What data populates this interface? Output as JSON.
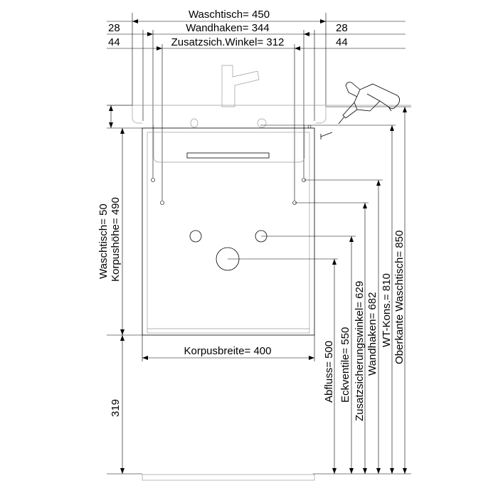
{
  "top_dimensions": {
    "waschtisch": "Waschtisch= 450",
    "wandhaken": "Wandhaken= 344",
    "zusatz": "Zusatzsich.Winkel= 312",
    "left_28": "28",
    "left_44": "44",
    "right_28": "28",
    "right_44": "44"
  },
  "left_dimensions": {
    "waschtisch_50": "Waschtisch= 50",
    "korpushoehe_490": "Korpushöhe= 490",
    "bottom_319": "319"
  },
  "korpusbreite": "Korpusbreite= 400",
  "right_dimensions": {
    "abfluss": "Abfluss= 500",
    "eckventile": "Eckventile= 550",
    "zusatzsicherungswinkel": "Zusatzsicherungswinkel= 629",
    "wandhaken": "Wandhaken= 682",
    "wt_kons": "WT-Kons.= 810",
    "oberkante": "Oberkante Waschtisch= 850"
  },
  "icons": [
    "drill-icon",
    "screw-icon",
    "faucet-icon"
  ]
}
